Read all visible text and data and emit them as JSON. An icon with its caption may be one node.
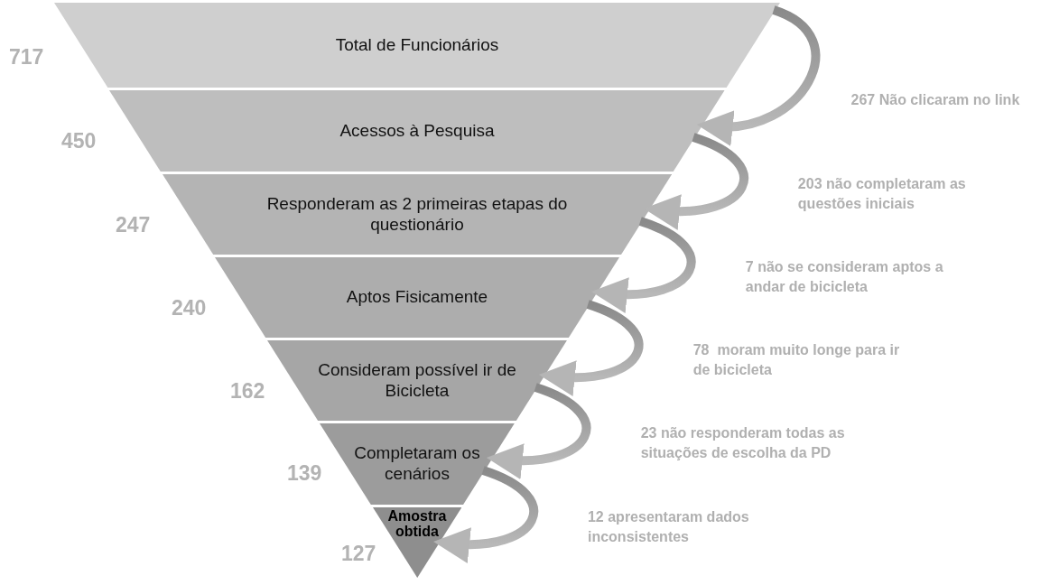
{
  "diagram": {
    "nodes": [
      {
        "text": [
          "Total de Funcionários"
        ],
        "beside": [
          "717"
        ]
      },
      {
        "text": [
          "Acessos à Pesquisa"
        ],
        "beside": [
          "450"
        ]
      },
      {
        "text": [
          "Responderam as 2 primeiras etapas do questionário"
        ],
        "beside": [
          "247"
        ]
      },
      {
        "text": [
          "Aptos Fisicamente"
        ],
        "beside": [
          "240"
        ]
      },
      {
        "text": [
          "Consideram possível ir de Bicicleta"
        ],
        "beside": [
          "162"
        ]
      },
      {
        "text": [
          "Completaram os cenários"
        ],
        "beside": [
          "139"
        ]
      },
      {
        "text": [
          "Amostra obtida"
        ],
        "beside": [
          "127"
        ]
      }
    ],
    "edges": [
      {
        "from": 0,
        "to": 1,
        "arrow": "to",
        "label": "267 Não clicaram no link"
      },
      {
        "from": 1,
        "to": 2,
        "arrow": "to",
        "label": "203 não completaram as questões iniciais"
      },
      {
        "from": 2,
        "to": 3,
        "arrow": "to",
        "label": "7 não se consideram aptos a andar de bicicleta"
      },
      {
        "from": 3,
        "to": 4,
        "arrow": "to",
        "label": "78  moram muito longe para ir de bicicleta"
      },
      {
        "from": 4,
        "to": 5,
        "arrow": "to",
        "label": "23 não responderam todas as situações de escolha da PD"
      },
      {
        "from": 5,
        "to": 6,
        "arrow": "to",
        "label": "12 apresentaram dados inconsistentes"
      }
    ]
  }
}
